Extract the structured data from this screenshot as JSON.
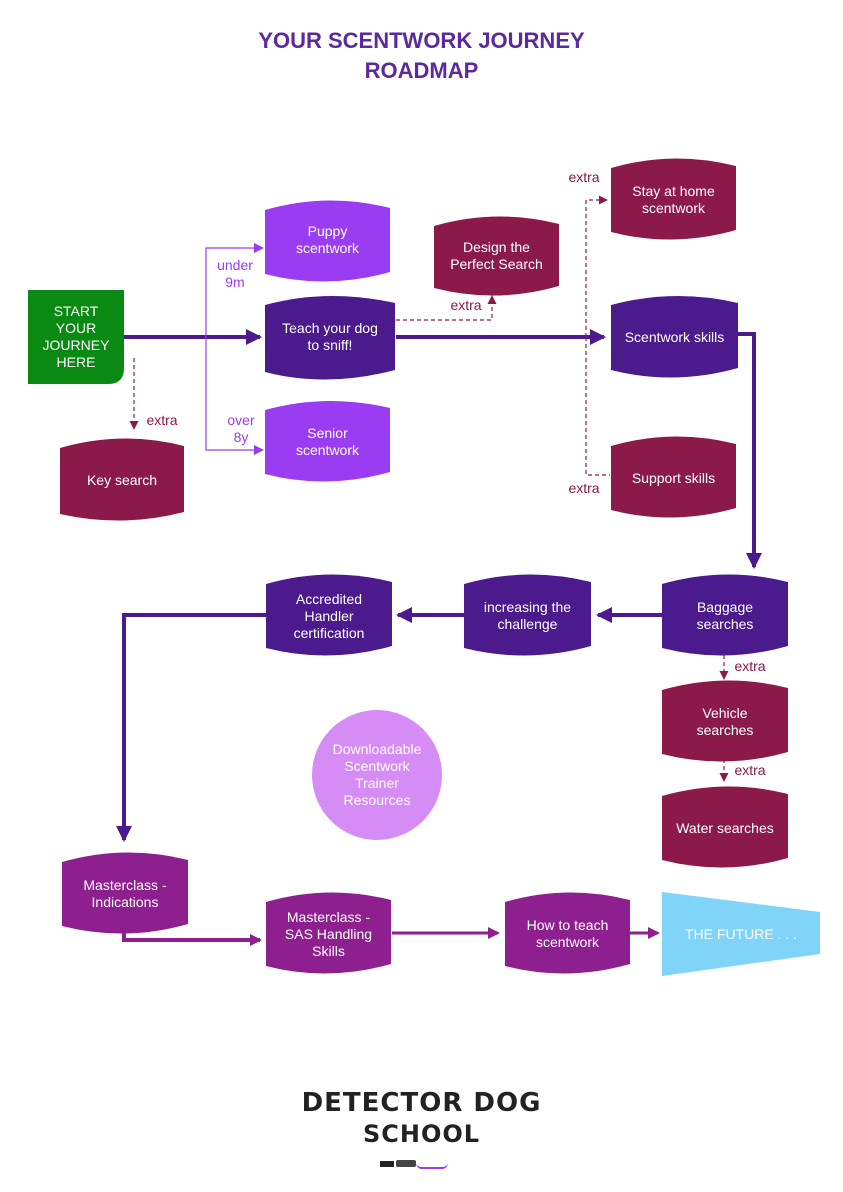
{
  "title": {
    "line1": "YOUR SCENTWORK JOURNEY",
    "line2": "ROADMAP"
  },
  "colors": {
    "title": "#5b2a9e",
    "start": "#0a8a12",
    "dark_purple": "#4b1a8c",
    "light_purple": "#9a3cf2",
    "maroon": "#8b1a4a",
    "magenta": "#8e1f8e",
    "circle": "#d68cf5",
    "future": "#7fd4f7"
  },
  "nodes": {
    "start": "START\nYOUR\nJOURNEY\nHERE",
    "key_search": "Key search",
    "puppy": "Puppy\nscentwork",
    "teach_sniff": "Teach your dog\nto sniff!",
    "senior": "Senior\nscentwork",
    "design_search": "Design the\nPerfect Search",
    "stay_home": "Stay at home\nscentwork",
    "scentwork_skills": "Scentwork skills",
    "support_skills": "Support skills",
    "baggage": "Baggage\nsearches",
    "increasing": "increasing the\nchallenge",
    "accredited": "Accredited\nHandler\ncertification",
    "vehicle": "Vehicle\nsearches",
    "water": "Water searches",
    "resources": "Downloadable\nScentwork\nTrainer\nResources",
    "masterclass_ind": "Masterclass -\nIndications",
    "masterclass_sas": "Masterclass -\nSAS Handling\nSkills",
    "how_teach": "How to teach\nscentwork",
    "future": "THE FUTURE . . ."
  },
  "labels": {
    "under": "under\n9m",
    "over": "over\n8y",
    "extra_key": "extra",
    "extra_design": "extra",
    "extra_stay": "extra",
    "extra_support": "extra",
    "extra_vehicle": "extra",
    "extra_water": "extra"
  },
  "logo": {
    "line1": "DETECTOR DOG",
    "line2": "SCHOOL"
  }
}
